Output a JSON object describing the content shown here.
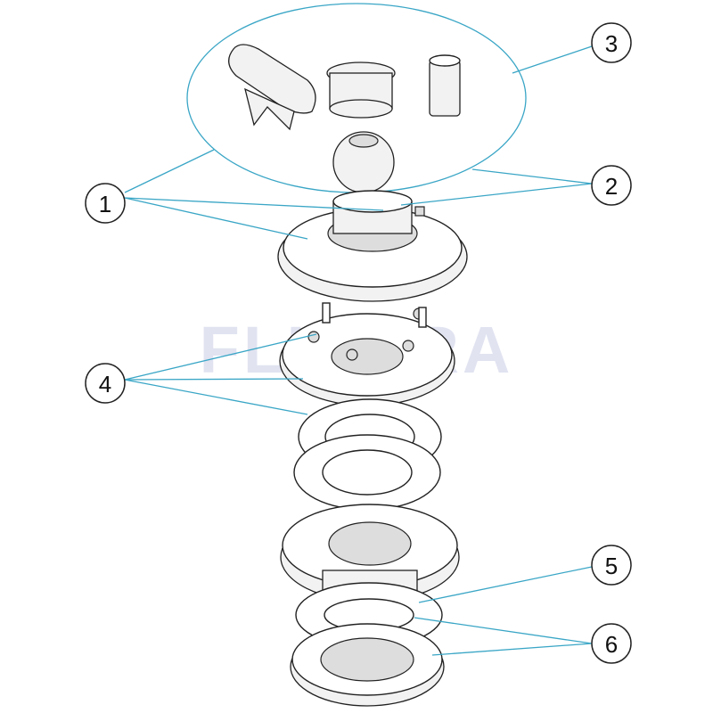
{
  "watermark": "FLUIDRA",
  "callouts": [
    "1",
    "2",
    "3",
    "4",
    "5",
    "6"
  ],
  "colors": {
    "leader": "#3aa6c6",
    "line": "#222222",
    "watermark": "#c9cde6"
  }
}
